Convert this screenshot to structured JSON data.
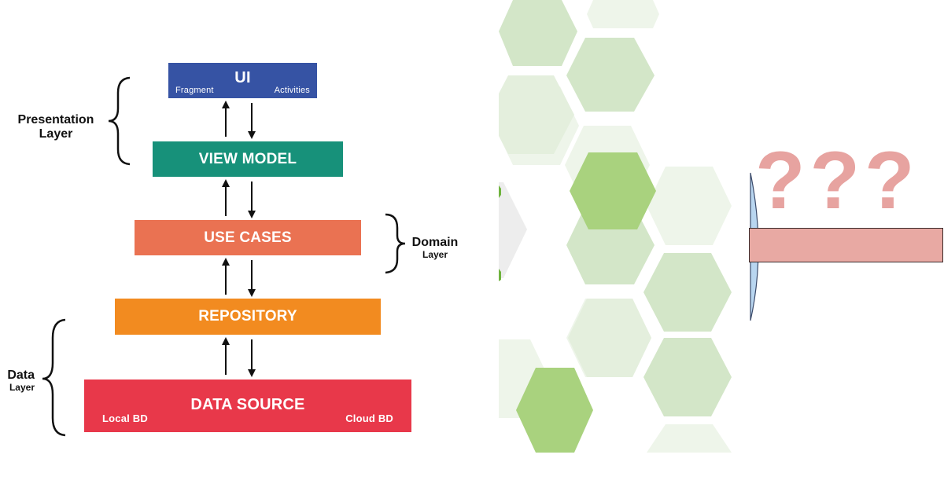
{
  "diagram": {
    "layers": [
      {
        "key": "ui",
        "title": "UI",
        "sub_left": "Fragment",
        "sub_right": "Activities",
        "color": "#3653a4"
      },
      {
        "key": "view_model",
        "title": "VIEW MODEL",
        "color": "#17917a"
      },
      {
        "key": "use_cases",
        "title": "USE CASES",
        "color": "#ea7252"
      },
      {
        "key": "repository",
        "title": "REPOSITORY",
        "color": "#f28b20"
      },
      {
        "key": "data_source",
        "title": "DATA SOURCE",
        "sub_left": "Local BD",
        "sub_right": "Cloud BD",
        "color": "#e8384a"
      }
    ],
    "groups": {
      "presentation": {
        "line1": "Presentation",
        "line2": "Layer"
      },
      "domain": {
        "line1": "Domain",
        "line2": "Layer"
      },
      "data": {
        "line1": "Data",
        "line2": "Layer"
      }
    }
  },
  "right_side": {
    "question_marks": "???",
    "colors": {
      "hex_light": "#e6f0de",
      "hex_mid": "#cfe3c4",
      "hex_bright": "#a9d27e",
      "question": "#e7a3a0",
      "bar": "#e8a9a3",
      "blue_arc": "#b9d6f0"
    }
  }
}
